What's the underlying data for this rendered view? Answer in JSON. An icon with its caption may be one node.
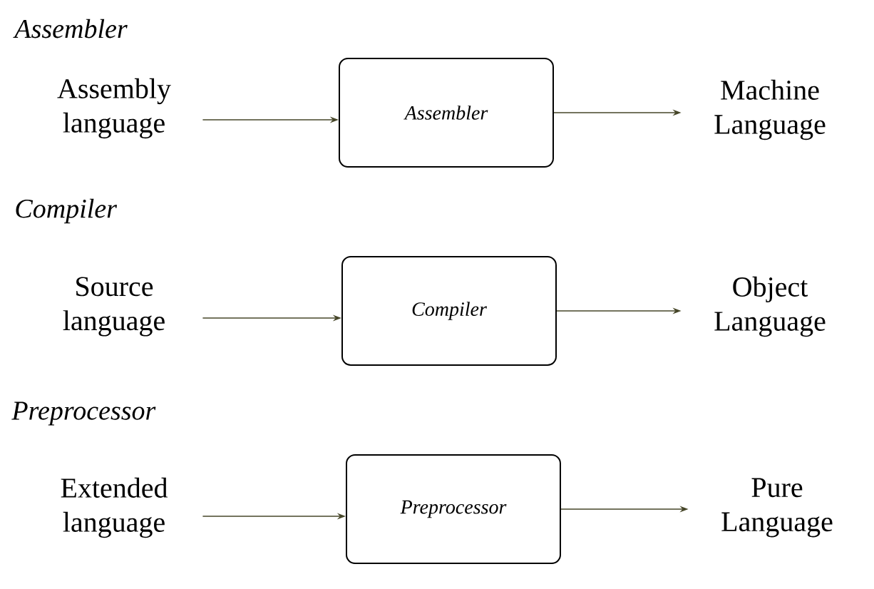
{
  "diagram": {
    "nodes": [
      {
        "text": [
          "Assembly language"
        ]
      },
      {
        "text": [
          "Assembler"
        ]
      },
      {
        "text": [
          "Machine Language"
        ]
      },
      {
        "text": [
          "Source language"
        ]
      },
      {
        "text": [
          "Compiler"
        ]
      },
      {
        "text": [
          "Object Language"
        ]
      },
      {
        "text": [
          "Extended language"
        ]
      },
      {
        "text": [
          "Preprocessor"
        ]
      },
      {
        "text": [
          "Pure Language"
        ]
      }
    ],
    "edges": [
      {
        "from": 0,
        "to": 1,
        "arrow": "to"
      },
      {
        "from": 1,
        "to": 2,
        "arrow": "to"
      },
      {
        "from": 3,
        "to": 4,
        "arrow": "to"
      },
      {
        "from": 4,
        "to": 5,
        "arrow": "to"
      },
      {
        "from": 6,
        "to": 7,
        "arrow": "to"
      },
      {
        "from": 7,
        "to": 8,
        "arrow": "to"
      }
    ],
    "labels": [
      "Assembler",
      "Compiler",
      "Preprocessor"
    ]
  }
}
